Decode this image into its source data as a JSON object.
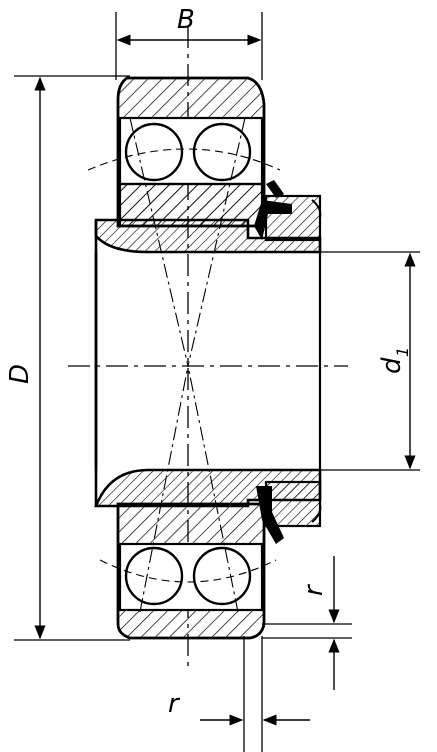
{
  "labels": {
    "width": "B",
    "outer_diameter": "D",
    "bore_main": "d",
    "bore_sub": "1",
    "chamfer_bottom": "r",
    "chamfer_side": "r"
  }
}
